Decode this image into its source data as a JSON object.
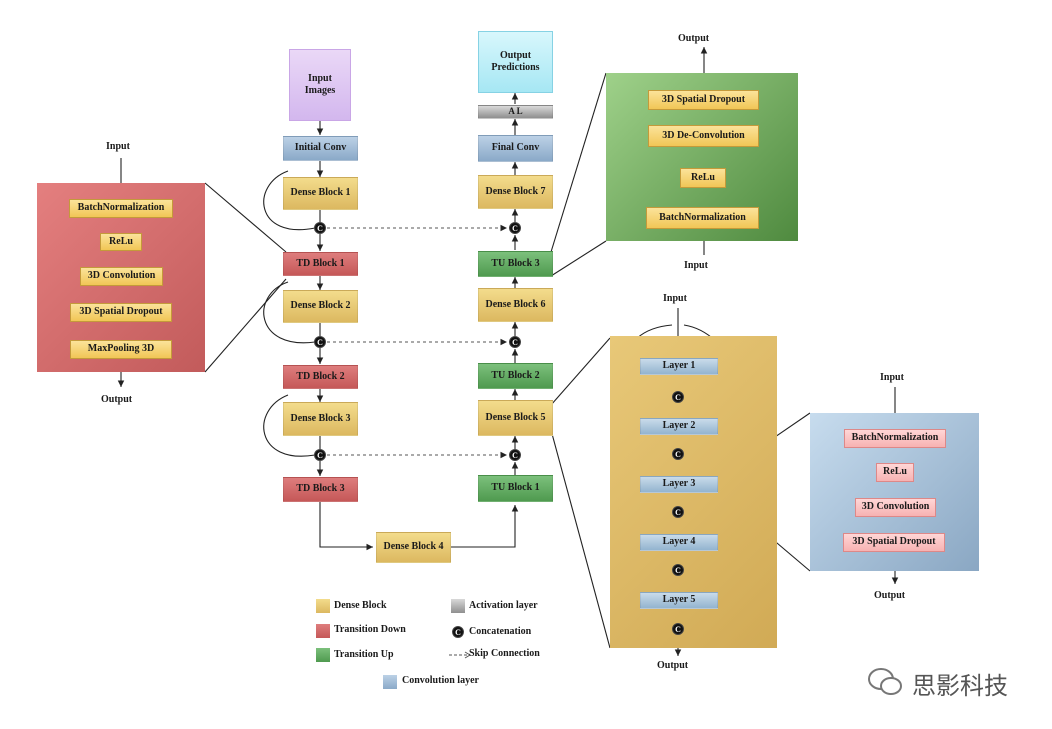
{
  "main": {
    "input_images": "Input Images",
    "initial_conv": "Initial Conv",
    "dense_blocks": [
      "Dense Block 1",
      "Dense Block 2",
      "Dense Block 3",
      "Dense Block 4",
      "Dense Block 5",
      "Dense Block 6",
      "Dense Block 7"
    ],
    "td_blocks": [
      "TD Block 1",
      "TD Block 2",
      "TD Block 3"
    ],
    "tu_blocks": [
      "TU Block 1",
      "TU Block 2",
      "TU Block 3"
    ],
    "final_conv": "Final Conv",
    "activation": "A L",
    "output_predictions": "Output Predictions",
    "concat_symbol": "C"
  },
  "td_panel": {
    "input": "Input",
    "output": "Output",
    "items": [
      "BatchNormalization",
      "ReLu",
      "3D Convolution",
      "3D Spatial Dropout",
      "MaxPooling 3D"
    ]
  },
  "tu_panel": {
    "input": "Input",
    "output": "Output",
    "items": [
      "3D Spatial Dropout",
      "3D De-Convolution",
      "ReLu",
      "BatchNormalization"
    ]
  },
  "dense_panel": {
    "input": "Input",
    "output": "Output",
    "layers": [
      "Layer 1",
      "Layer 2",
      "Layer 3",
      "Layer 4",
      "Layer 5"
    ]
  },
  "layer_panel": {
    "input": "Input",
    "output": "Output",
    "items": [
      "BatchNormalization",
      "ReLu",
      "3D Convolution",
      "3D Spatial Dropout"
    ]
  },
  "legend": {
    "dense": "Dense Block",
    "td": "Transition Down",
    "tu": "Transition Up",
    "conv": "Convolution layer",
    "act": "Activation layer",
    "concat": "Concatenation",
    "skip": "Skip Connection"
  },
  "colors": {
    "dense": "#e9c96f",
    "td": "#d36a6a",
    "tu": "#62ad62",
    "conv": "#a3bed9",
    "act": "#b3b3b3",
    "td_panel": "#d97272",
    "tu_panel": "#80b86a",
    "dense_panel": "#dcb866",
    "layer_panel": "#a9c2d8"
  },
  "watermark": "思影科技"
}
